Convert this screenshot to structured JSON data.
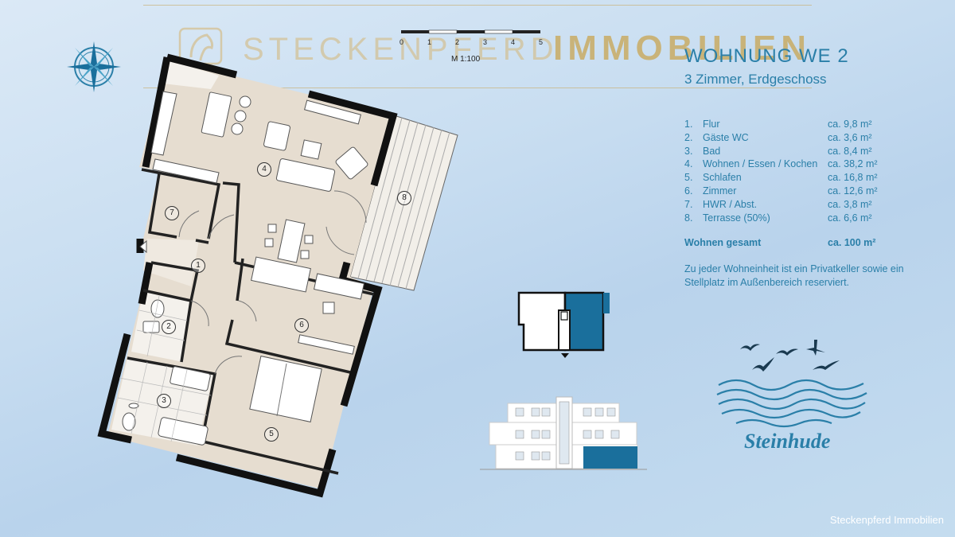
{
  "brand": {
    "name_left": "STECKENPFERD",
    "name_right": "IMMOBILIEN",
    "logo_icon": "horse-head-icon"
  },
  "scale": {
    "ticks": [
      "0",
      "1",
      "2",
      "3",
      "4",
      "5"
    ],
    "label": "M 1:100"
  },
  "unit": {
    "title": "WOHNUNG WE 2",
    "subtitle": "3 Zimmer, Erdgeschoss"
  },
  "rooms": [
    {
      "num": "1.",
      "name": "Flur",
      "area": "ca. 9,8 m²"
    },
    {
      "num": "2.",
      "name": "Gäste WC",
      "area": "ca. 3,6 m²"
    },
    {
      "num": "3.",
      "name": "Bad",
      "area": "ca. 8,4 m²"
    },
    {
      "num": "4.",
      "name": "Wohnen / Essen / Kochen",
      "area": "ca. 38,2 m²"
    },
    {
      "num": "5.",
      "name": "Schlafen",
      "area": "ca. 16,8 m²"
    },
    {
      "num": "6.",
      "name": "Zimmer",
      "area": "ca. 12,6 m²"
    },
    {
      "num": "7.",
      "name": "HWR / Abst.",
      "area": "ca. 3,8 m²"
    },
    {
      "num": "8.",
      "name": "Terrasse (50%)",
      "area": "ca. 6,6 m²"
    }
  ],
  "total": {
    "label": "Wohnen gesamt",
    "area": "ca. 100 m²"
  },
  "note": "Zu jeder Wohneinheit ist ein Privatkeller sowie ein Stellplatz im Außenbereich reserviert.",
  "plan_labels": [
    "1",
    "2",
    "3",
    "4",
    "5",
    "6",
    "7",
    "8"
  ],
  "location": "Steinhude",
  "watermark": "Steckenpferd Immobilien",
  "colors": {
    "accent": "#2a7fa8",
    "gold": "#c9a95c",
    "highlight": "#1a6f9c",
    "floor": "#e6ddd0"
  }
}
